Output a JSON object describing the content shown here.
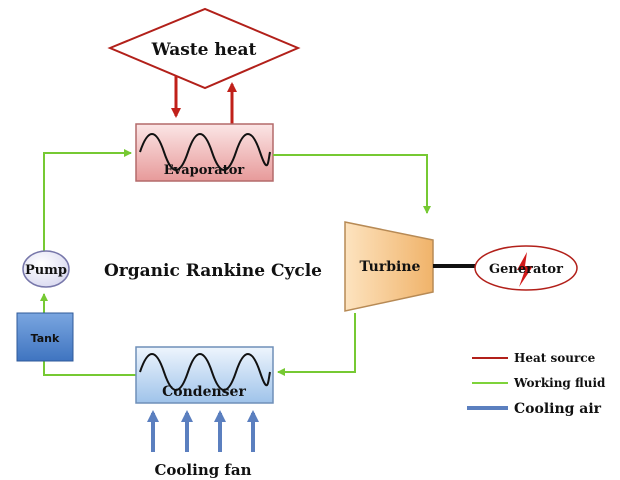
{
  "nodes": {
    "waste_heat": "Waste heat",
    "evaporator": "Evaporator",
    "turbine": "Turbine",
    "generator": "Generator",
    "pump": "Pump",
    "tank": "Tank",
    "condenser": "Condenser",
    "cooling_fan": "Cooling  fan"
  },
  "title": "Organic Rankine Cycle",
  "legend": [
    {
      "label": "Heat source",
      "color": "#b2201a"
    },
    {
      "label": "Working fluid",
      "color": "#7ed33a"
    },
    {
      "label": "Cooling  air",
      "color": "#5b7fbf"
    }
  ],
  "colors": {
    "heat": "#c0201a",
    "fluid": "#76c933",
    "air": "#5b7fbf",
    "evaporator_fill": "#f3c3c3",
    "condenser_fill": "#c9ddf3",
    "turbine_fill": "#f5c990",
    "tank_fill": "#5b8fd4"
  }
}
